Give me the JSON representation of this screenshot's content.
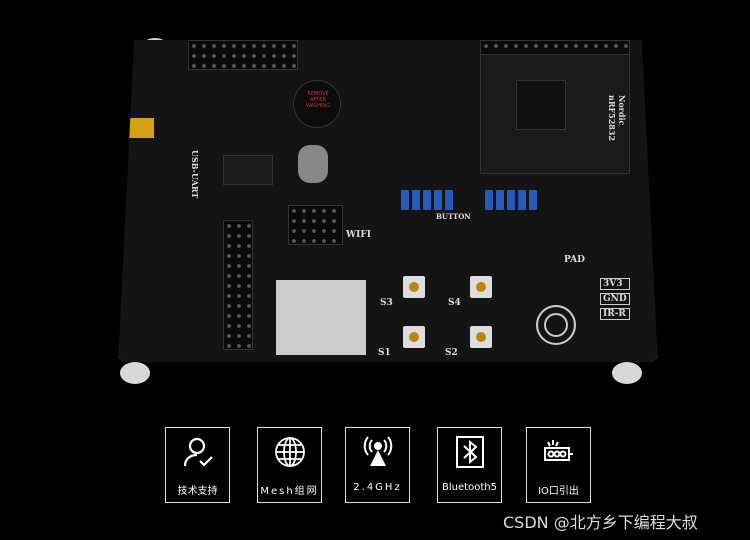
{
  "product_photo": {
    "board_labels": {
      "wifi": "WIFI",
      "pad": "PAD",
      "module": "Nordic nRF52832",
      "s1": "S1",
      "s2": "S2",
      "s3": "S3",
      "s4": "S4",
      "button": "BUTTON",
      "usb": "USB-UART",
      "buzzer": "REMOVE AFTER WASHING",
      "io": [
        "3V3",
        "GND",
        "IR-R"
      ]
    }
  },
  "features": [
    {
      "label": "技术支持",
      "icon": "user-check-icon"
    },
    {
      "label": "Mesh组网",
      "icon": "globe-icon"
    },
    {
      "label": "2.4GHz",
      "icon": "antenna-signal-icon"
    },
    {
      "label": "Bluetooth5",
      "icon": "bluetooth-icon"
    },
    {
      "label": "IO口引出",
      "icon": "io-header-icon"
    }
  ],
  "watermark": "CSDN @北方乡下编程大叔"
}
